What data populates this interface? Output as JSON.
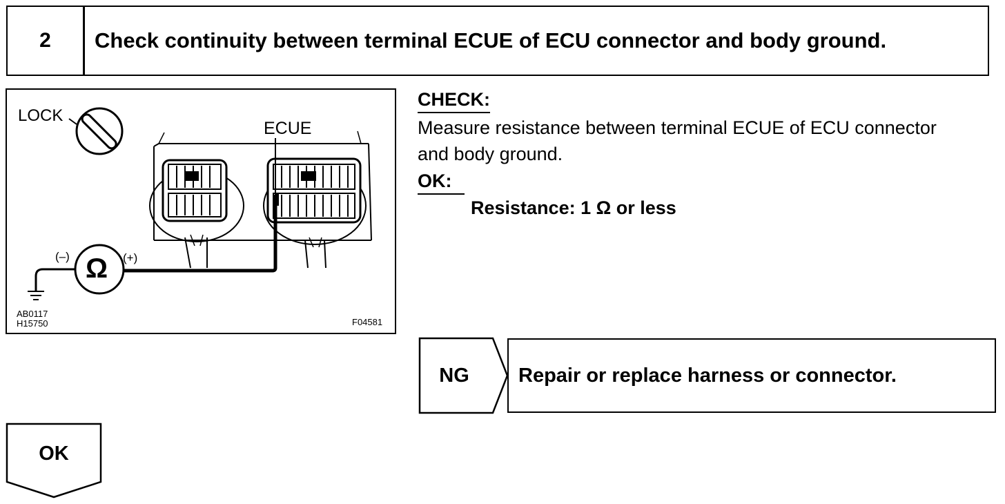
{
  "step": {
    "number": "2",
    "title": "Check continuity between terminal ECUE of ECU connector and body ground."
  },
  "figure": {
    "lock_label": "LOCK",
    "terminal_label": "ECUE",
    "minus_label": "(–)",
    "plus_label": "(+)",
    "ohm_symbol": "Ω",
    "ref_code_1": "AB0117",
    "ref_code_2": "H15750",
    "figure_id": "F04581"
  },
  "check": {
    "heading": "CHECK:",
    "line1": "Measure resistance between terminal ECUE of ECU connector",
    "line2": "and body ground."
  },
  "ok_spec": {
    "heading": "OK:",
    "value": "Resistance: 1 Ω or less"
  },
  "ng_branch": {
    "label": "NG",
    "action": "Repair or replace harness or connector."
  },
  "ok_branch": {
    "label": "OK"
  }
}
